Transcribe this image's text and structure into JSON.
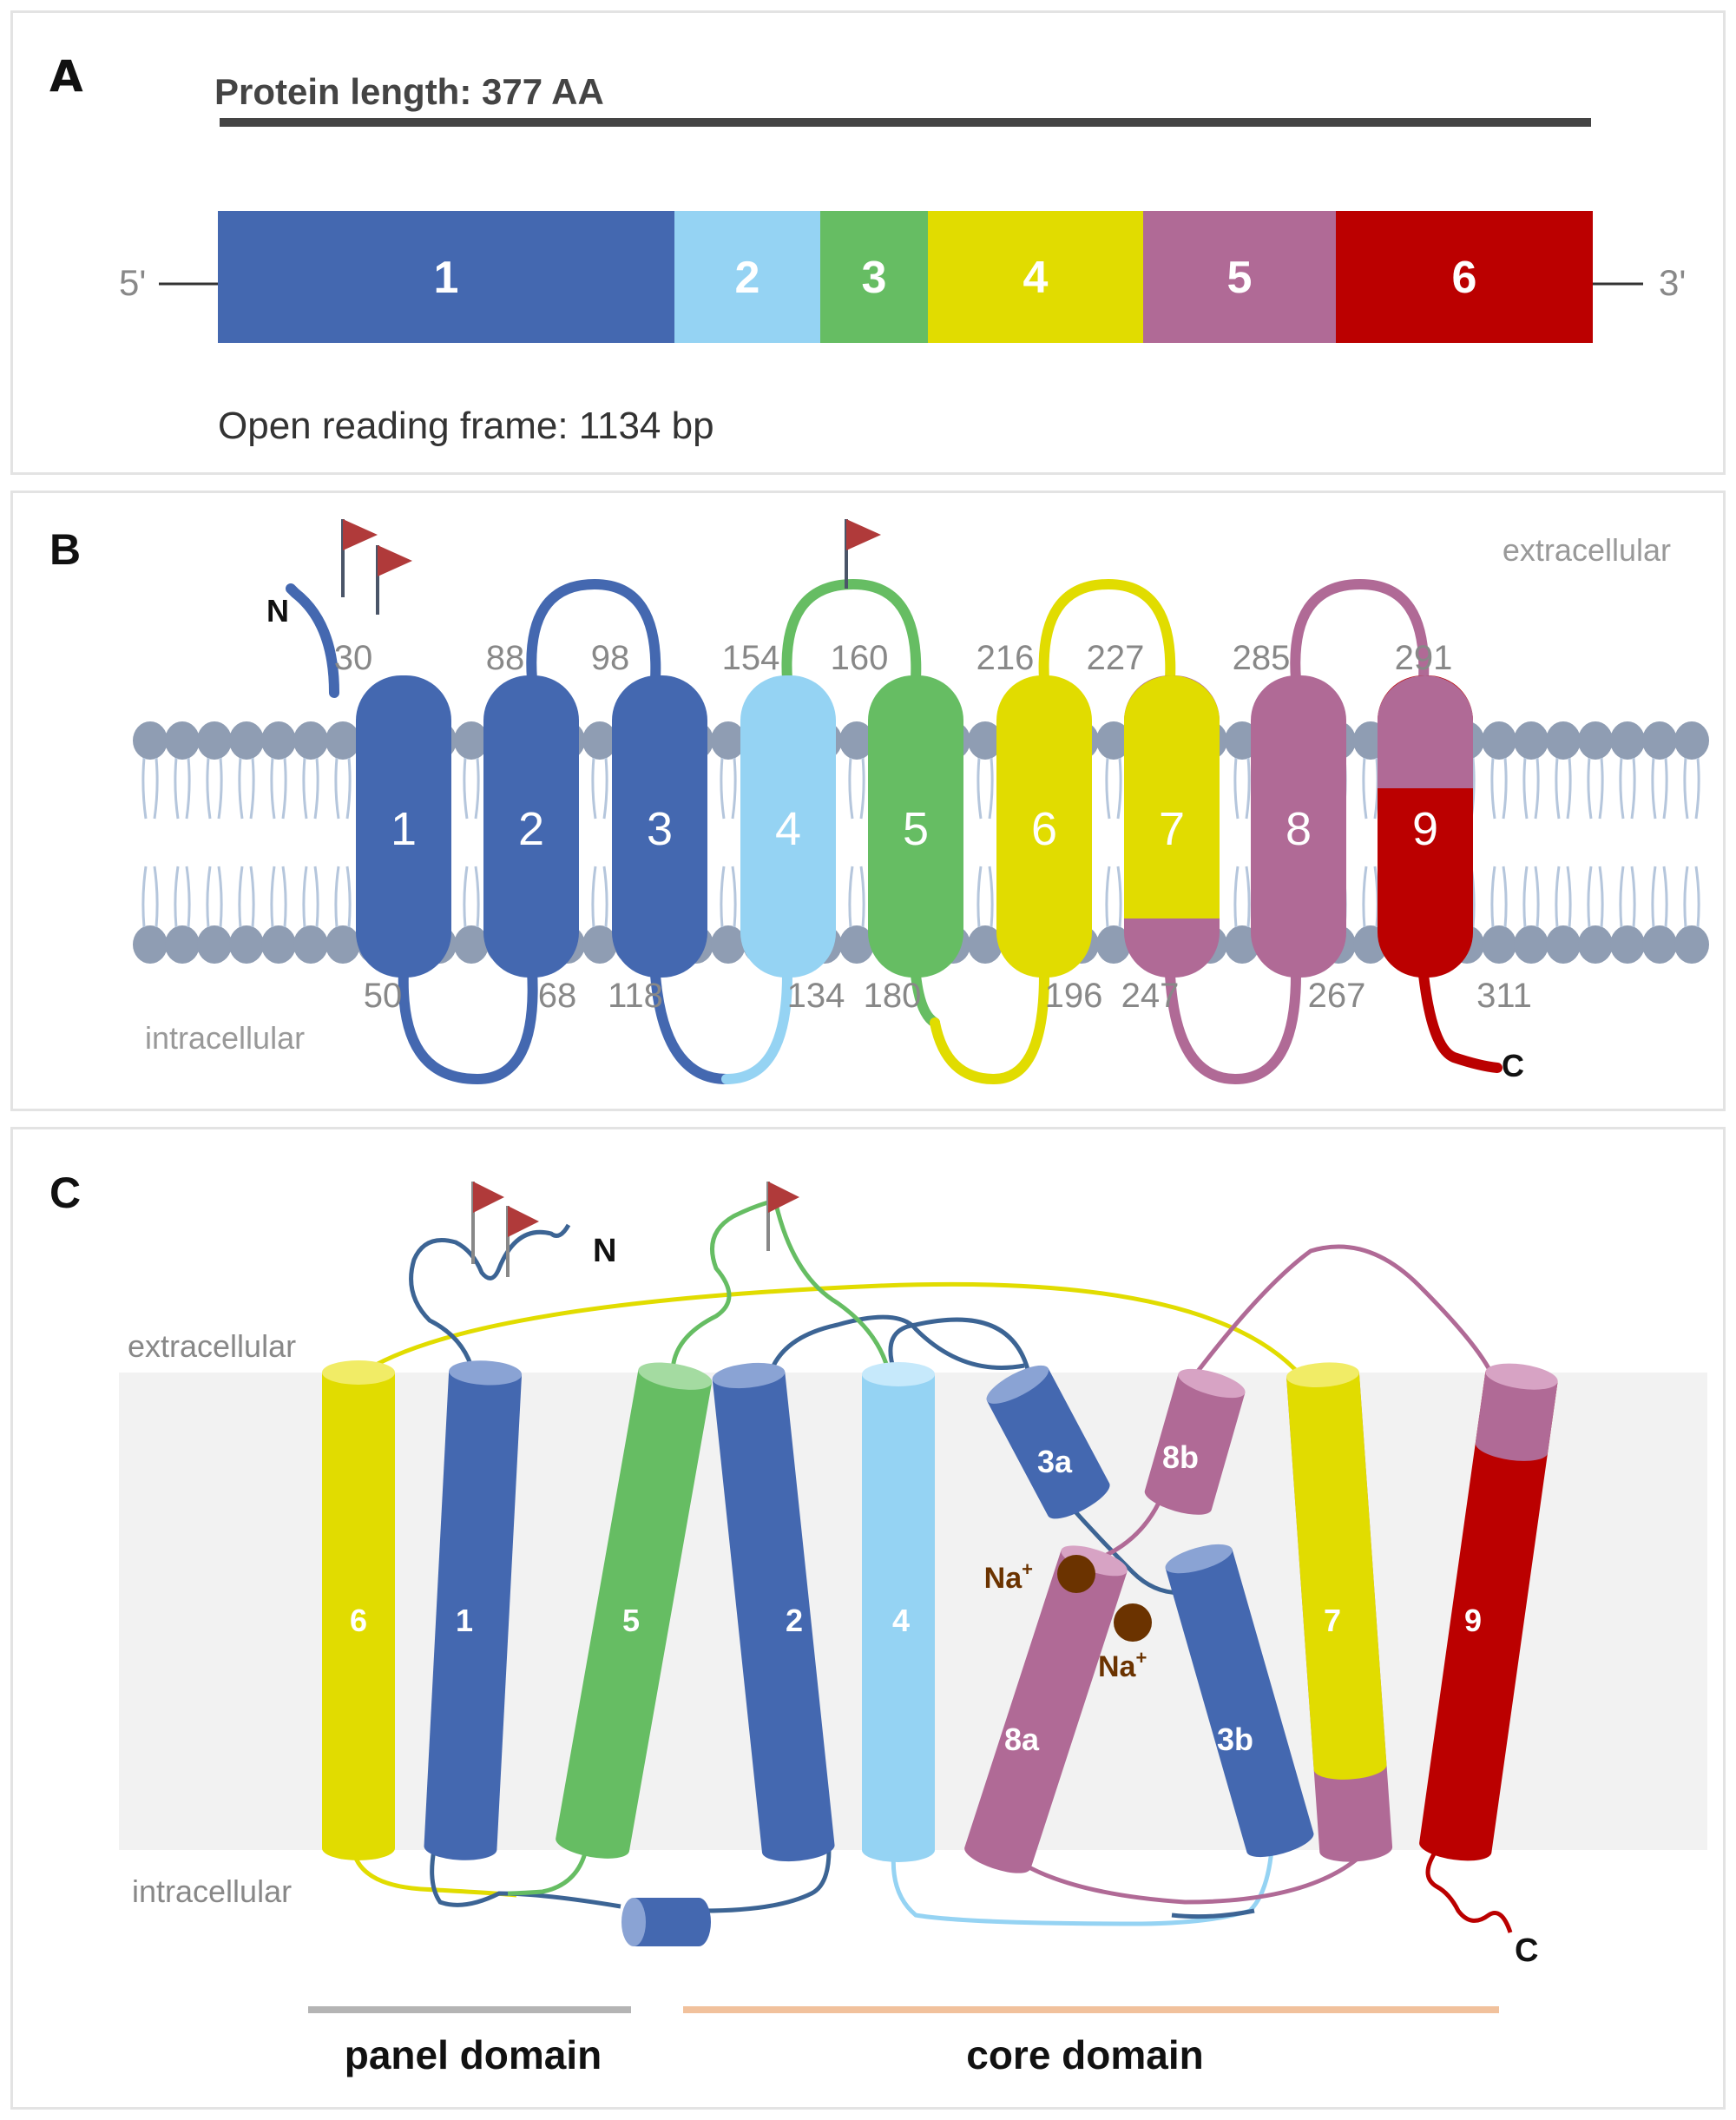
{
  "panelA": {
    "letter": "A",
    "protein_length": "Protein length: 377 AA",
    "five_prime": "5'",
    "three_prime": "3'",
    "orf": "Open reading frame: 1134 bp",
    "exons": [
      {
        "label": "1",
        "color": "#4468b0"
      },
      {
        "label": "2",
        "color": "#95d3f3"
      },
      {
        "label": "3",
        "color": "#66bd63"
      },
      {
        "label": "4",
        "color": "#e1dc00"
      },
      {
        "label": "5",
        "color": "#b06a96"
      },
      {
        "label": "6",
        "color": "#bb0000"
      }
    ]
  },
  "panelB": {
    "letter": "B",
    "extracellular": "extracellular",
    "intracellular": "intracellular",
    "n_term": "N",
    "c_term": "C",
    "helices": [
      "1",
      "2",
      "3",
      "4",
      "5",
      "6",
      "7",
      "8",
      "9"
    ],
    "top_positions": [
      "30",
      "88",
      "98",
      "154",
      "160",
      "216",
      "227",
      "285",
      "291"
    ],
    "bottom_positions": [
      "50",
      "68",
      "118",
      "134",
      "180",
      "196",
      "247",
      "267",
      "311"
    ]
  },
  "panelC": {
    "letter": "C",
    "extracellular": "extracellular",
    "intracellular": "intracellular",
    "n_term": "N",
    "c_term": "C",
    "helices": [
      "6",
      "1",
      "5",
      "2",
      "4",
      "3a",
      "8b",
      "8a",
      "3b",
      "7",
      "9"
    ],
    "ion_label": "Na",
    "ion_charge": "+",
    "panel_domain": "panel domain",
    "core_domain": "core domain"
  },
  "colors": {
    "blue": "#4468b0",
    "light_blue": "#95d3f3",
    "green": "#66bd63",
    "yellow": "#e1dc00",
    "mauve": "#b06a96",
    "red": "#bb0000",
    "ion": "#6b3300",
    "flag": "#b03a3a"
  }
}
